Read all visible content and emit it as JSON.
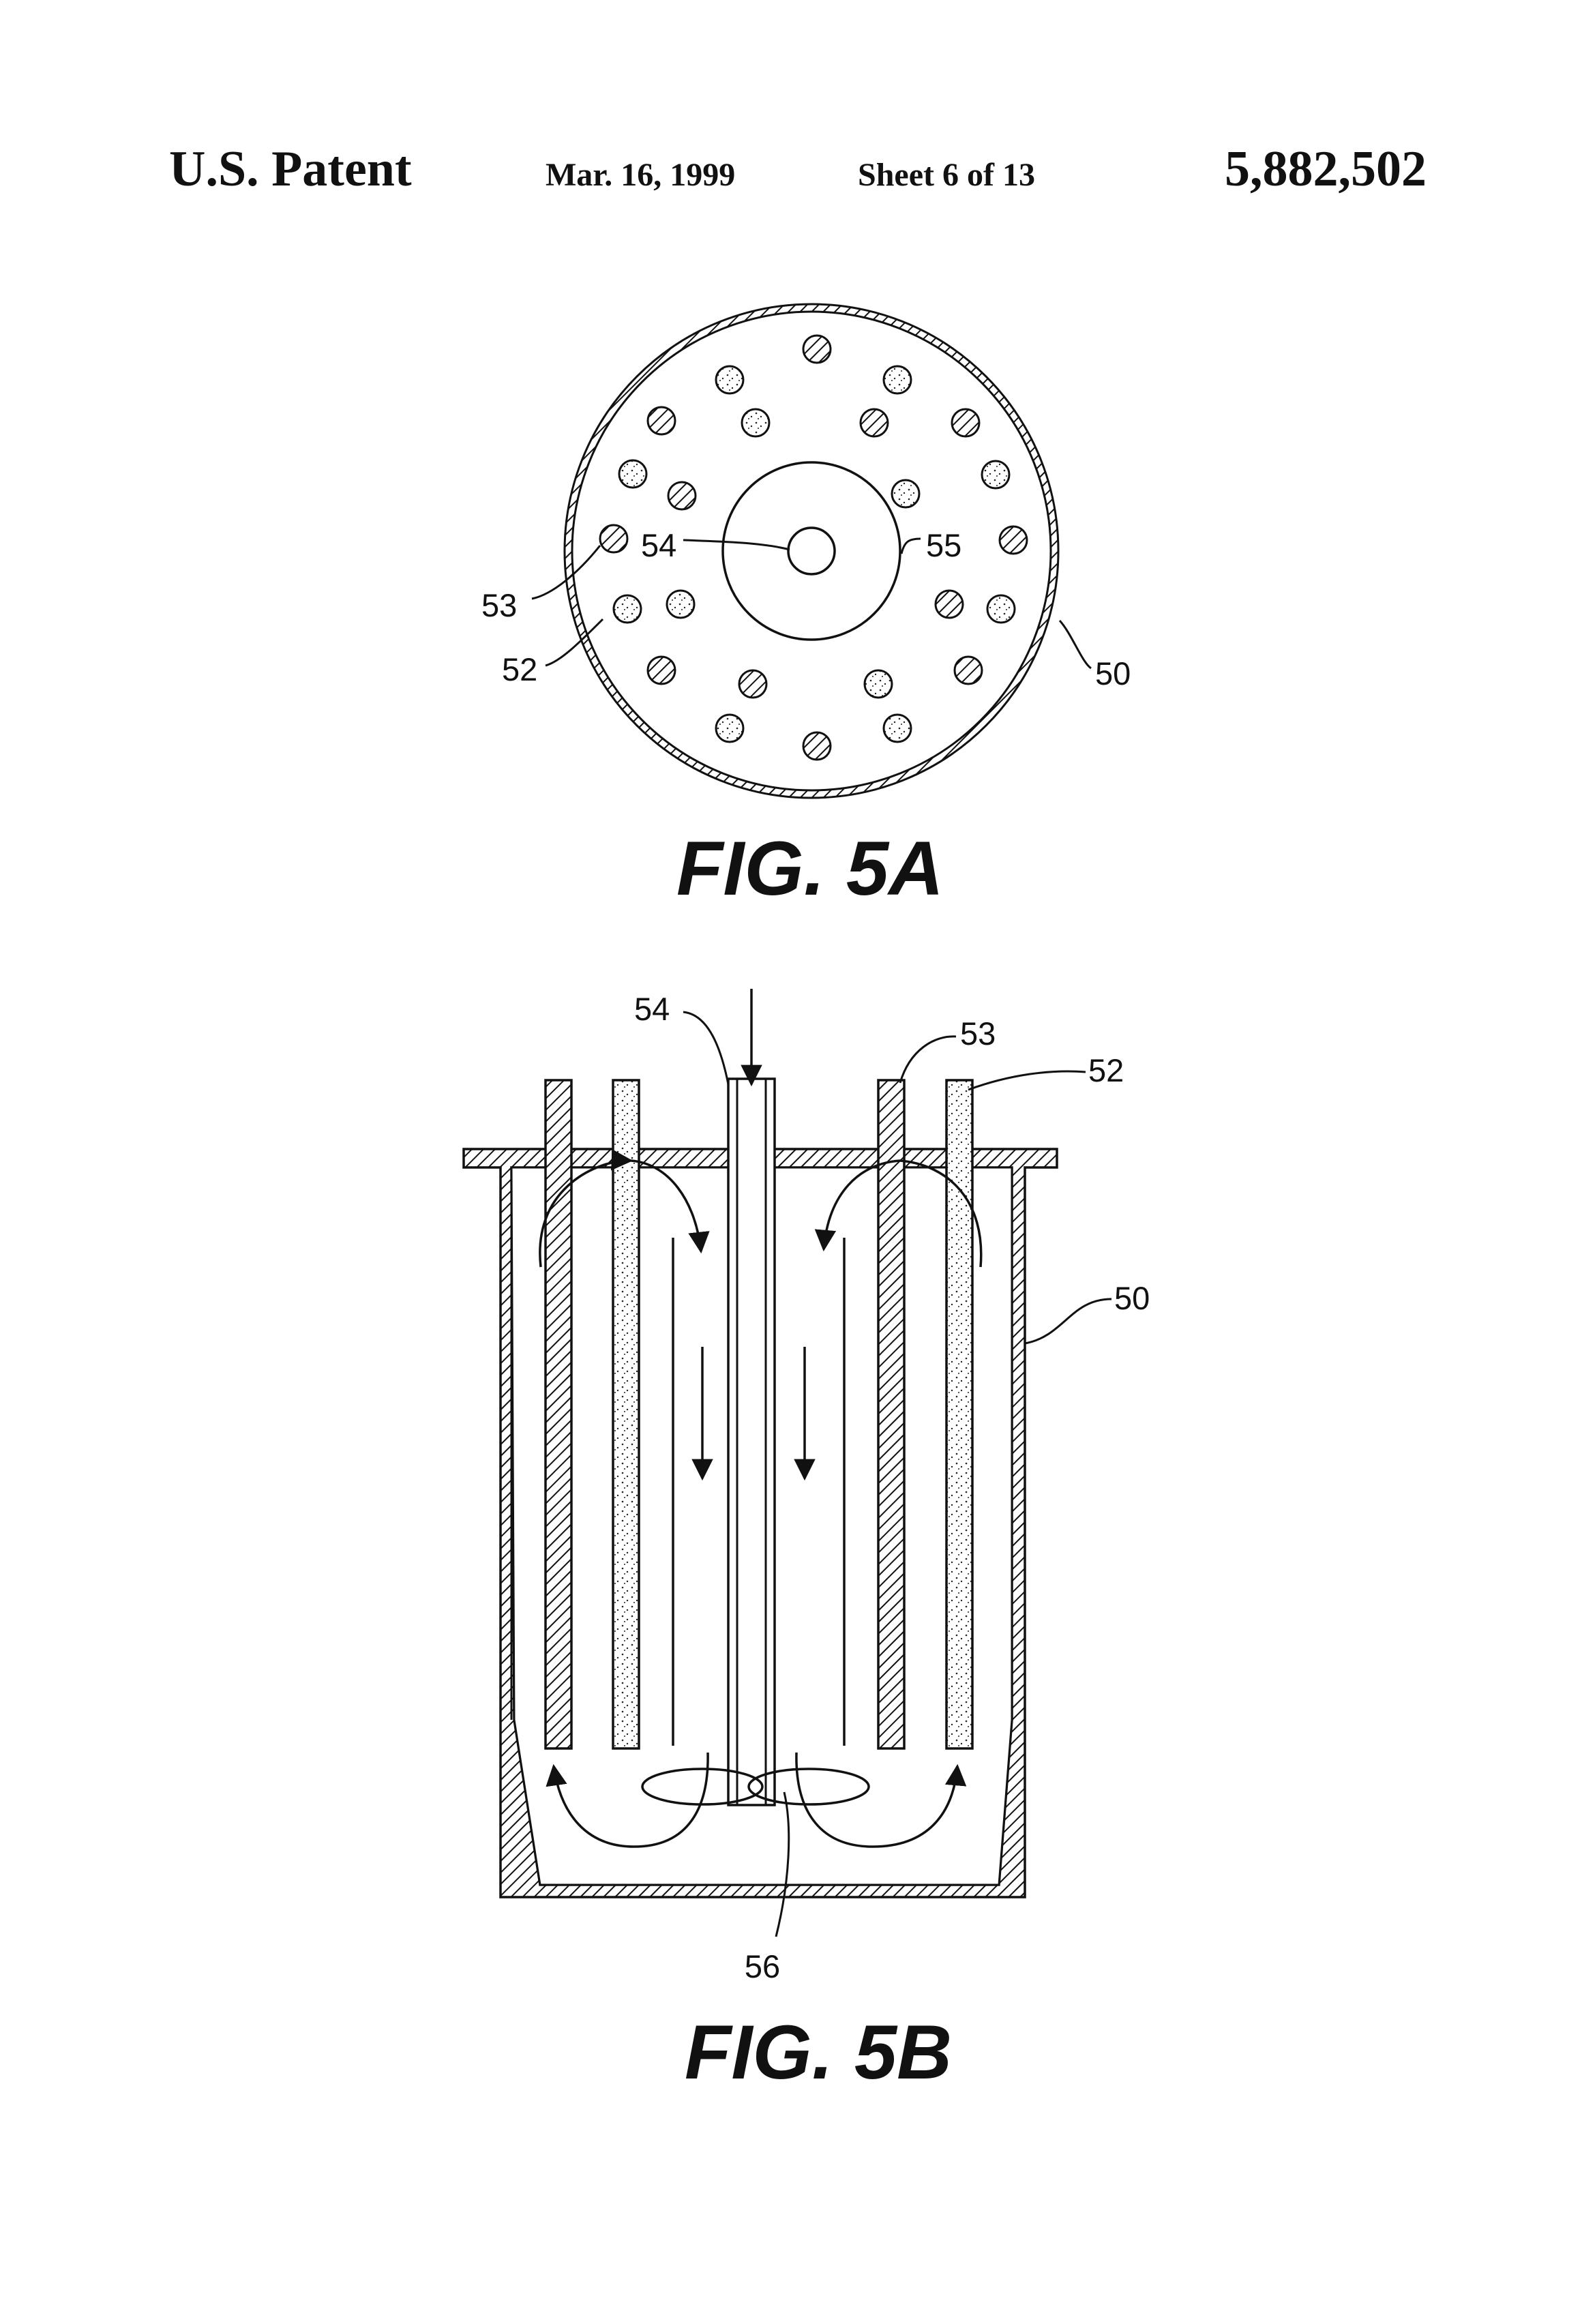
{
  "header": {
    "left": "U.S. Patent",
    "date": "Mar. 16, 1999",
    "sheet": "Sheet 6 of 13",
    "number": "5,882,502"
  },
  "fig5a": {
    "caption": "FIG. 5A",
    "labels": {
      "l54": "54",
      "l55": "55",
      "l53": "53",
      "l52": "52",
      "l50": "50"
    }
  },
  "fig5b": {
    "caption": "FIG. 5B",
    "labels": {
      "l54": "54",
      "l53": "53",
      "l52": "52",
      "l50": "50",
      "l56": "56"
    }
  }
}
